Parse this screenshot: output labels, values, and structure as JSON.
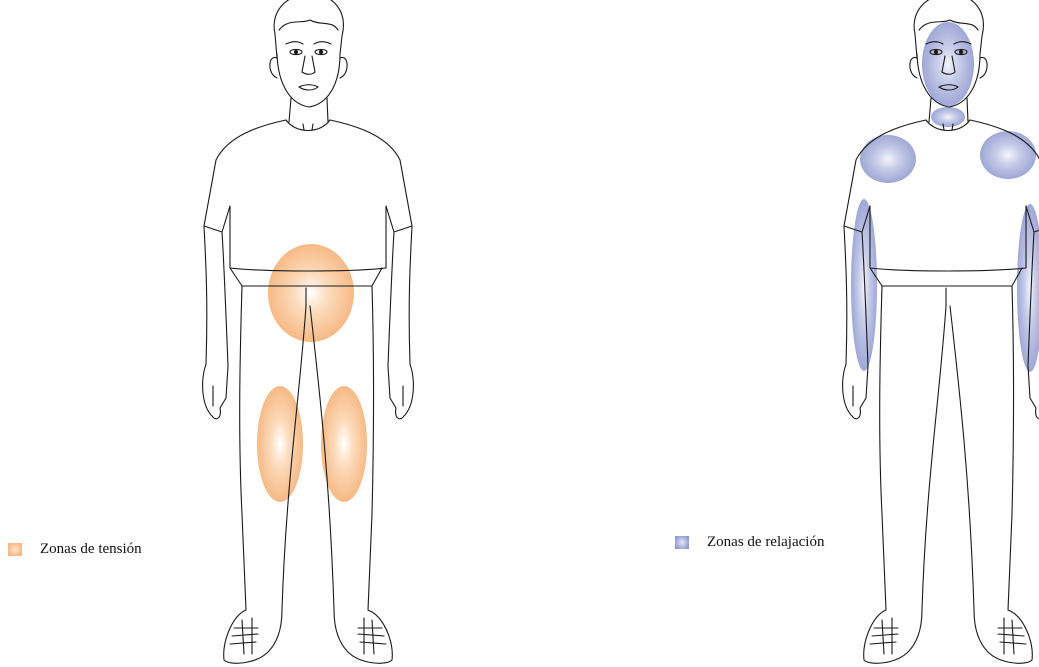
{
  "legend": {
    "tension": {
      "label": "Zonas de tensión",
      "color": "#f7b57f"
    },
    "relaxation": {
      "label": "Zonas de relajación",
      "color": "#8f98cf"
    }
  },
  "figures": [
    {
      "name": "figure-tension",
      "highlighted_zones": [
        "abdomen",
        "left-thigh",
        "right-thigh"
      ]
    },
    {
      "name": "figure-relaxation",
      "highlighted_zones": [
        "face",
        "neck",
        "left-shoulder",
        "right-shoulder",
        "left-arm",
        "right-arm"
      ]
    }
  ]
}
